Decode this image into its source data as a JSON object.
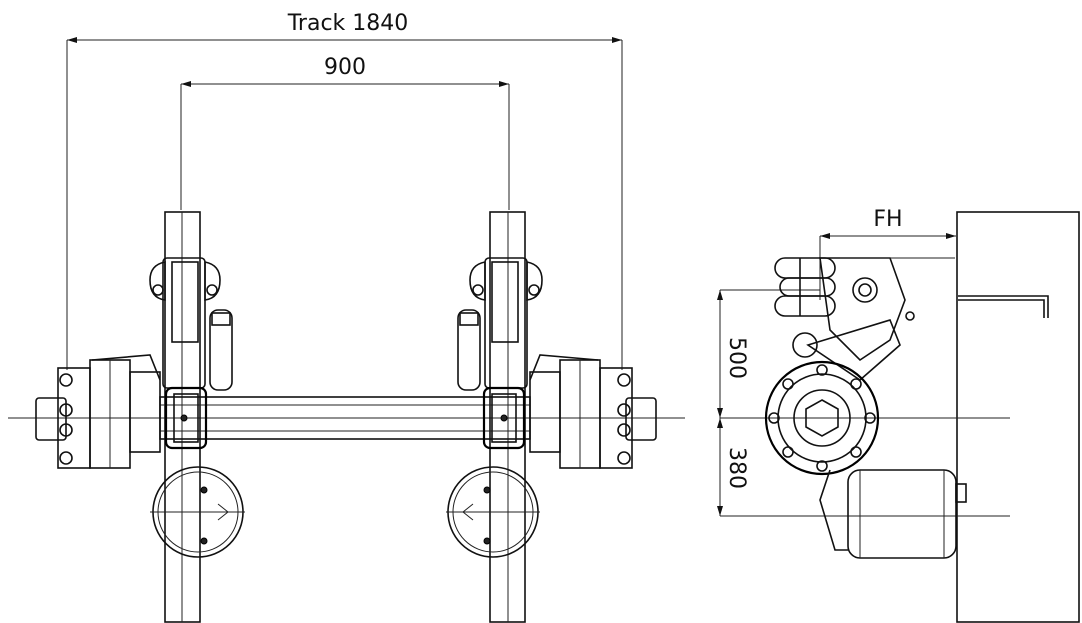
{
  "dimensions": {
    "track": "Track 1840",
    "spacing": "900",
    "frame_height": "FH",
    "upper_height": "500",
    "lower_height": "380"
  }
}
